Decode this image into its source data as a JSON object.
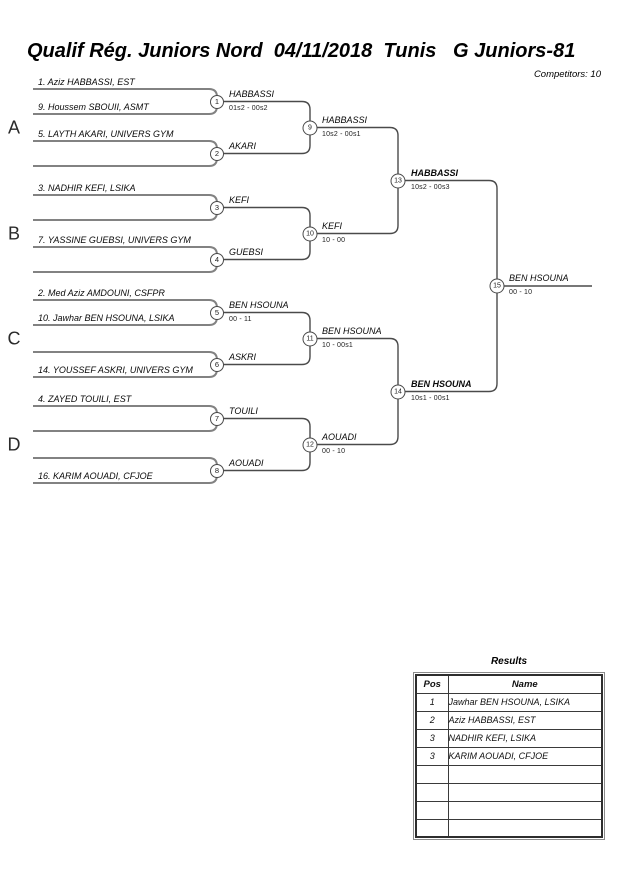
{
  "header": {
    "title": "Qualif Rég. Juniors Nord  04/11/2018  Tunis   G Juniors-81",
    "competitors_label": "Competitors: 10"
  },
  "bracket": {
    "group_labels": [
      "A",
      "B",
      "C",
      "D"
    ],
    "competitors": [
      {
        "label": "1. Aziz HABBASSI, EST"
      },
      {
        "label": "9. Houssem SBOUII, ASMT"
      },
      {
        "label": "5. LAYTH AKARI, UNIVERS GYM"
      },
      {
        "label": "3. NADHIR KEFI, LSIKA"
      },
      {
        "label": "7. YASSINE GUEBSI, UNIVERS GYM"
      },
      {
        "label": "2. Med Aziz AMDOUNI, CSFPR"
      },
      {
        "label": "10. Jawhar BEN HSOUNA, LSIKA"
      },
      {
        "label": "14. YOUSSEF ASKRI, UNIVERS GYM"
      },
      {
        "label": "4. ZAYED TOUILI, EST"
      },
      {
        "label": "16. KARIM AOUADI, CFJOE"
      }
    ],
    "matches": [
      {
        "num": "1",
        "winner": "HABBASSI",
        "score": "01s2 - 00s2"
      },
      {
        "num": "2",
        "winner": "AKARI",
        "score": ""
      },
      {
        "num": "3",
        "winner": "KEFI",
        "score": ""
      },
      {
        "num": "4",
        "winner": "GUEBSI",
        "score": ""
      },
      {
        "num": "5",
        "winner": "BEN HSOUNA",
        "score": "00 - 11"
      },
      {
        "num": "6",
        "winner": "ASKRI",
        "score": ""
      },
      {
        "num": "7",
        "winner": "TOUILI",
        "score": ""
      },
      {
        "num": "8",
        "winner": "AOUADI",
        "score": ""
      },
      {
        "num": "9",
        "winner": "HABBASSI",
        "score": "10s2 - 00s1"
      },
      {
        "num": "10",
        "winner": "KEFI",
        "score": "10 - 00"
      },
      {
        "num": "11",
        "winner": "BEN HSOUNA",
        "score": "10 - 00s1"
      },
      {
        "num": "12",
        "winner": "AOUADI",
        "score": "00 - 10"
      },
      {
        "num": "13",
        "winner": "HABBASSI",
        "score": "10s2 - 00s3"
      },
      {
        "num": "14",
        "winner": "BEN HSOUNA",
        "score": "10s1 - 00s1"
      },
      {
        "num": "15",
        "winner": "BEN HSOUNA",
        "score": "00 - 10"
      }
    ]
  },
  "results": {
    "title": "Results",
    "columns": {
      "pos": "Pos",
      "name": "Name"
    },
    "rows": [
      {
        "pos": "1",
        "name": "Jawhar BEN HSOUNA, LSIKA"
      },
      {
        "pos": "2",
        "name": "Aziz HABBASSI, EST"
      },
      {
        "pos": "3",
        "name": "NADHIR KEFI, LSIKA"
      },
      {
        "pos": "3",
        "name": "KARIM AOUADI, CFJOE"
      },
      {
        "pos": "",
        "name": ""
      },
      {
        "pos": "",
        "name": ""
      },
      {
        "pos": "",
        "name": ""
      },
      {
        "pos": "",
        "name": ""
      }
    ]
  }
}
